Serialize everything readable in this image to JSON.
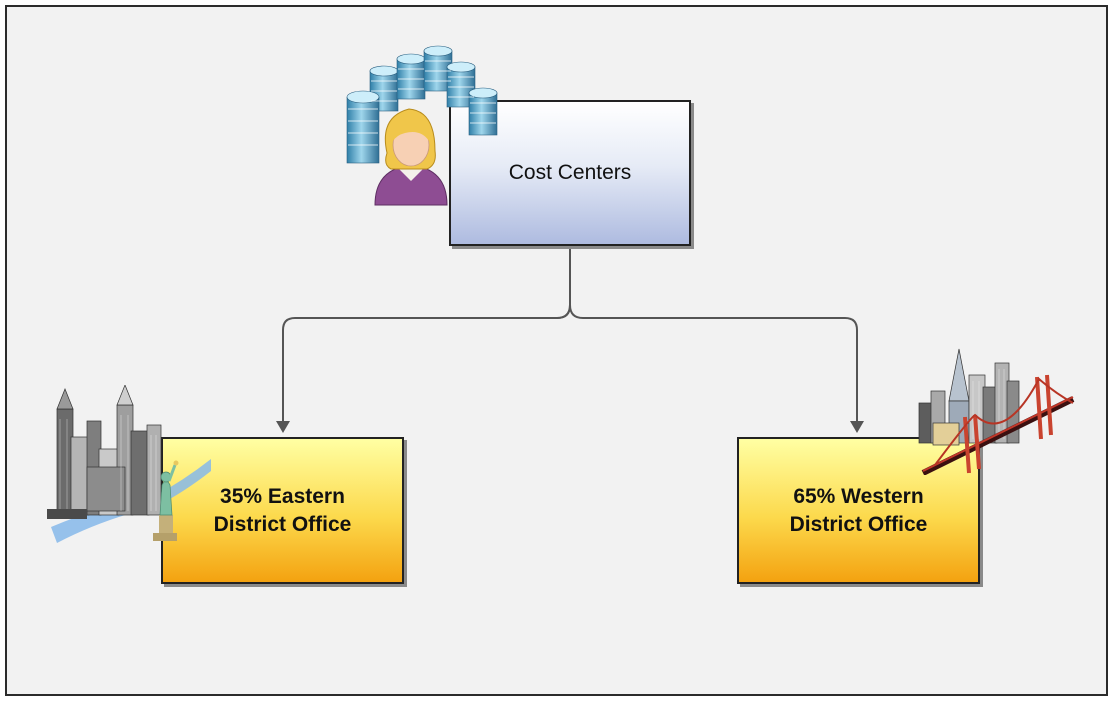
{
  "diagram": {
    "root": {
      "label": "Cost Centers"
    },
    "children": [
      {
        "label": "35% Eastern\nDistrict Office"
      },
      {
        "label": "65% Western\nDistrict Office"
      }
    ]
  },
  "icons": {
    "root_icon": "user-with-database-icon",
    "eastern_icon": "new-york-skyline-icon",
    "western_icon": "san-francisco-skyline-icon"
  },
  "colors": {
    "root_box_top": "#ffffff",
    "root_box_bottom": "#aebbe0",
    "child_box_top": "#ffffa3",
    "child_box_bottom": "#f4a210",
    "connector": "#555555"
  }
}
